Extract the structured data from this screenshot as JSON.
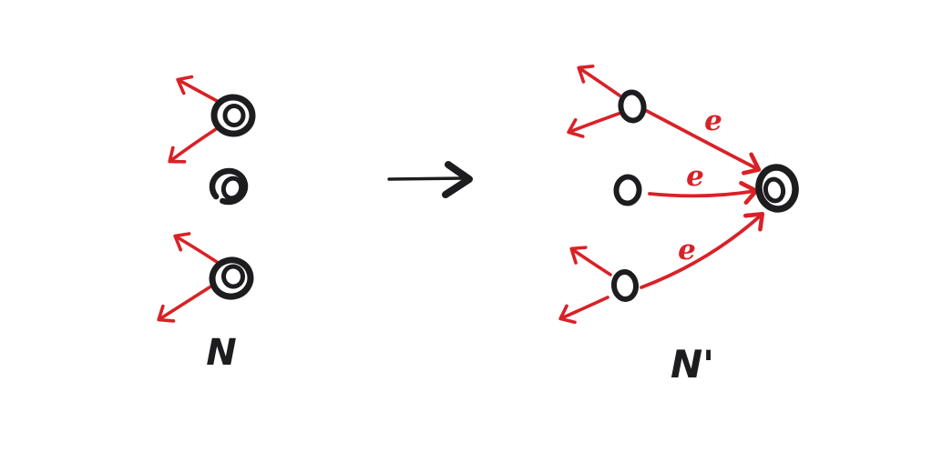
{
  "figure": {
    "type": "hand-drawn-diagram",
    "background": "#ffffff",
    "colors": {
      "ink": "#1d1d1f",
      "accent_red": "#d92127"
    },
    "left_net": {
      "label": "N",
      "nodes": [
        {
          "id": "top",
          "shape": "double-circle",
          "dangling_arrows": [
            "up-left",
            "down-left"
          ]
        },
        {
          "id": "middle",
          "shape": "double-circle",
          "dangling_arrows": []
        },
        {
          "id": "bottom",
          "shape": "double-circle",
          "dangling_arrows": [
            "up-left",
            "down-left"
          ]
        }
      ]
    },
    "transform_arrow": {
      "direction": "right",
      "color": "#1d1d1f"
    },
    "right_net": {
      "label": "N'",
      "nodes": [
        {
          "id": "top",
          "shape": "single-circle",
          "dangling_arrows": [
            "up-left",
            "down-left"
          ]
        },
        {
          "id": "middle",
          "shape": "single-circle",
          "dangling_arrows": []
        },
        {
          "id": "bottom",
          "shape": "single-circle",
          "dangling_arrows": [
            "up-left",
            "down-left"
          ]
        },
        {
          "id": "center",
          "shape": "double-circle",
          "dangling_arrows": []
        }
      ],
      "edges": [
        {
          "label": "e",
          "from": "top",
          "to": "center"
        },
        {
          "label": "e",
          "from": "middle",
          "to": "center"
        },
        {
          "label": "e",
          "from": "bottom",
          "to": "center"
        }
      ]
    }
  }
}
